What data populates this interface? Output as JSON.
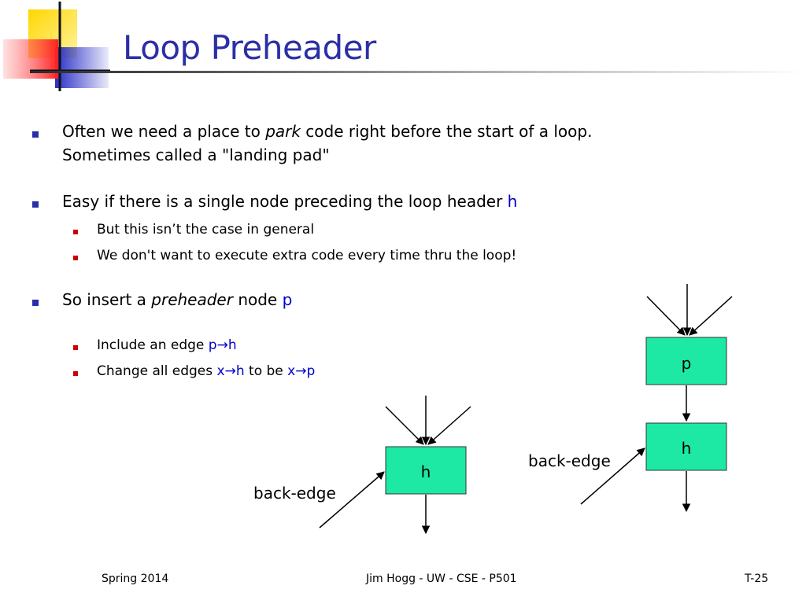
{
  "slide": {
    "title": "Loop Preheader",
    "colors": {
      "title": "#2B2FA6",
      "bullet_l1": "#2B2FA6",
      "bullet_l2": "#CC0000",
      "highlight": "#0000CC",
      "node_fill": "#1DE9A4"
    }
  },
  "bullets": {
    "b1": {
      "line1_pre": "Often we need a place to ",
      "line1_em": "park",
      "line1_post": " code right before the start of a loop.",
      "line2": "Sometimes called a \"landing pad\""
    },
    "b2": {
      "pre": "Easy if there is a single node preceding the loop header ",
      "var": "h",
      "sub1": "But this isn’t the case in general",
      "sub2": "We don't want to execute extra code every time thru the loop!"
    },
    "b3": {
      "pre": "So insert a ",
      "em": "preheader",
      "mid": " node ",
      "var": "p",
      "sub1_pre": "Include an edge ",
      "sub1_expr": "p→h",
      "sub2_pre": "Change all edges ",
      "sub2_expr1": "x→h",
      "sub2_mid": " to be ",
      "sub2_expr2": "x→p"
    }
  },
  "diagram": {
    "before": {
      "node_label": "h",
      "edge_label": "back-edge"
    },
    "after": {
      "top_node_label": "p",
      "bottom_node_label": "h",
      "edge_label": "back-edge"
    }
  },
  "footer": {
    "left": "Spring 2014",
    "center": "Jim Hogg - UW - CSE - P501",
    "right": "T-25"
  }
}
